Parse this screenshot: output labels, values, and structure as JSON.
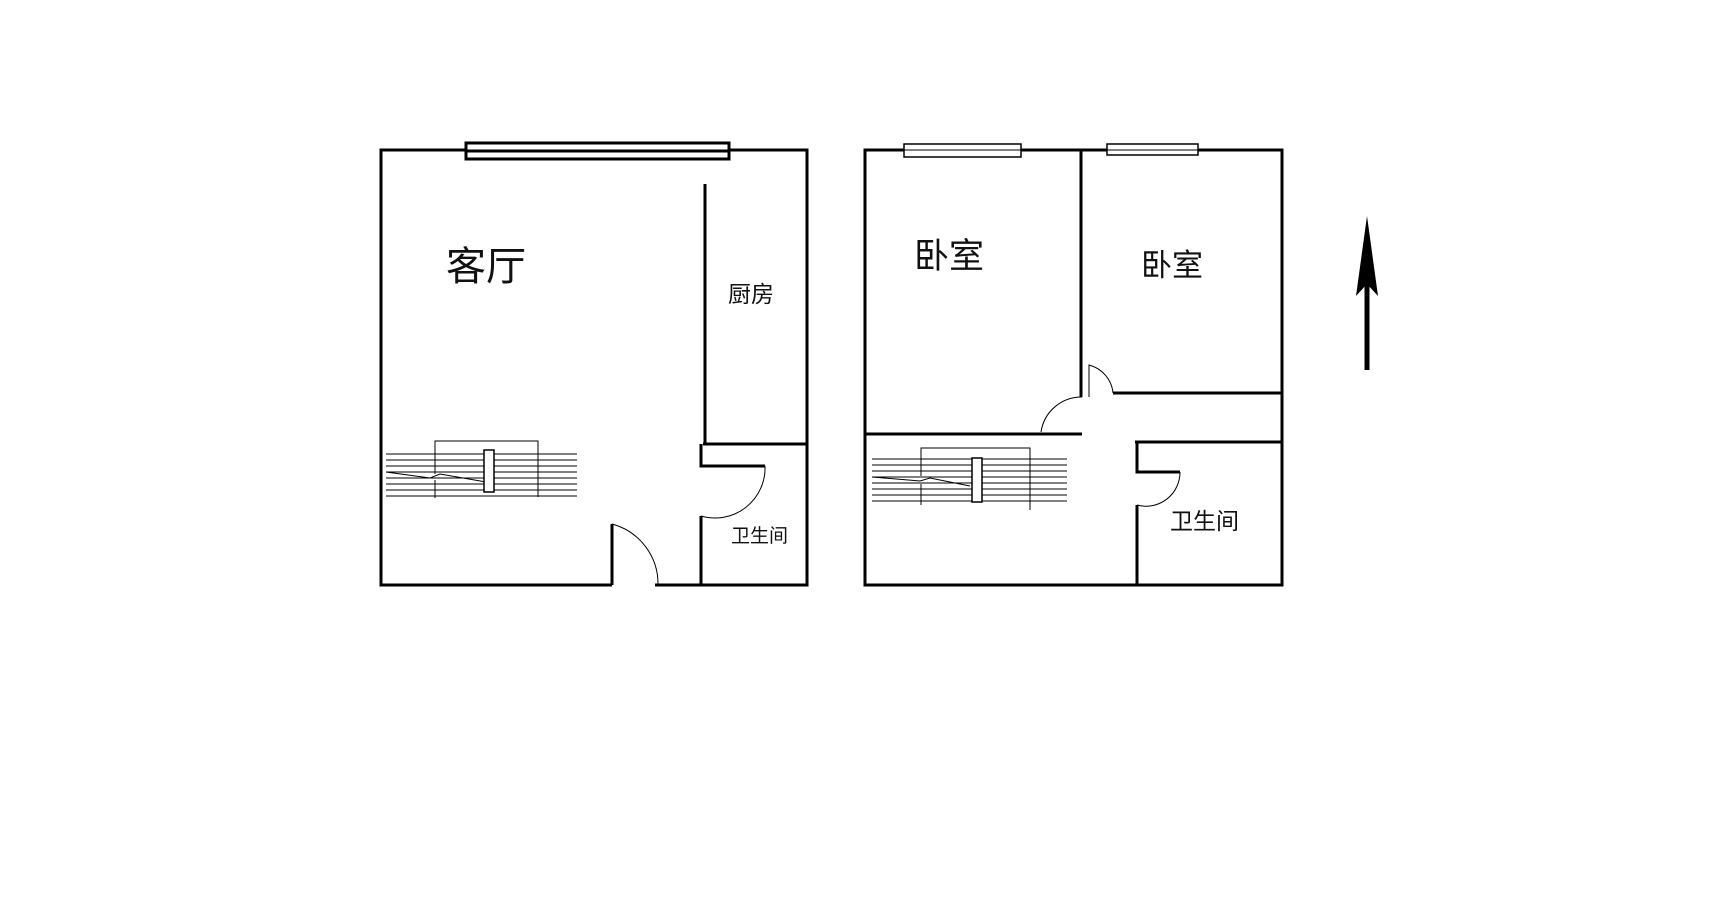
{
  "rooms": {
    "living_room": "客厅",
    "kitchen": "厨房",
    "bathroom_1": "卫生间",
    "bedroom_1": "卧室",
    "bedroom_2": "卧室",
    "bathroom_2": "卫生间"
  },
  "colors": {
    "wall": "#000000",
    "background": "#ffffff"
  }
}
